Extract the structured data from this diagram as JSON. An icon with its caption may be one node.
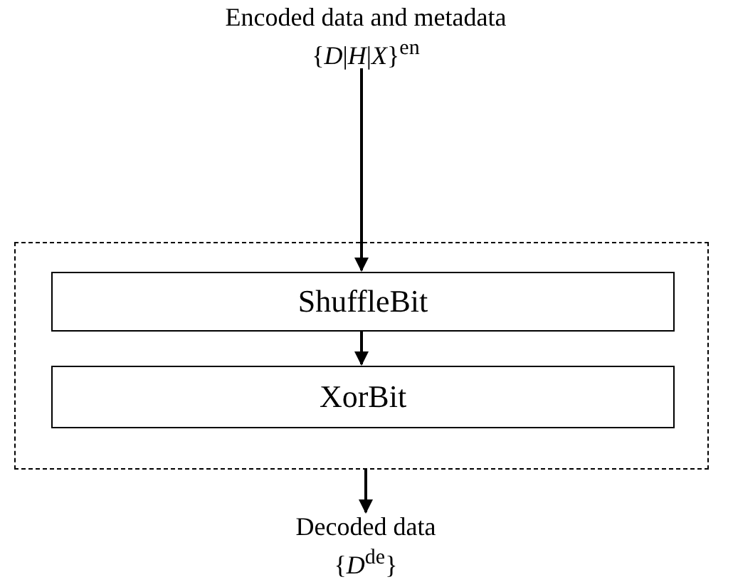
{
  "diagram": {
    "nodes": [
      {
        "text": [
          "Encoded data and metadata",
          "{*D*|*H*|*X*}$^{en}$"
        ]
      },
      {
        "text": [],
        "shape": "box"
      },
      {
        "text": [
          "ShuffleBit"
        ],
        "in": 1
      },
      {
        "text": [
          "XorBit"
        ],
        "in": 1
      },
      {
        "text": [
          "Decoded data",
          "{*D*$^{de}$}"
        ]
      }
    ],
    "edges": [
      {
        "from": 0,
        "to": 2,
        "arrow": "to"
      },
      {
        "from": 2,
        "to": 3,
        "arrow": "to"
      },
      {
        "from": 1,
        "to": 4,
        "arrow": "to"
      }
    ]
  }
}
